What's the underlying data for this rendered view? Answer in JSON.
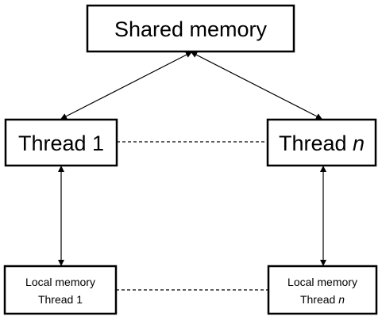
{
  "nodes": {
    "shared_memory": {
      "label": "Shared memory"
    },
    "thread_1": {
      "label": "Thread 1"
    },
    "thread_n": {
      "label": "Thread ",
      "label_var": "n"
    },
    "local_1": {
      "line1": "Local memory",
      "line2": "Thread 1"
    },
    "local_n": {
      "line1": "Local memory",
      "line2": "Thread ",
      "line2_var": "n"
    }
  },
  "edges": [
    {
      "from": "shared_memory",
      "to": "thread_1",
      "style": "bidirectional-arrow"
    },
    {
      "from": "shared_memory",
      "to": "thread_n",
      "style": "bidirectional-arrow"
    },
    {
      "from": "thread_1",
      "to": "local_1",
      "style": "bidirectional-arrow"
    },
    {
      "from": "thread_n",
      "to": "local_n",
      "style": "bidirectional-arrow"
    },
    {
      "from": "thread_1",
      "to": "thread_n",
      "style": "dashed"
    },
    {
      "from": "local_1",
      "to": "local_n",
      "style": "dashed"
    }
  ]
}
